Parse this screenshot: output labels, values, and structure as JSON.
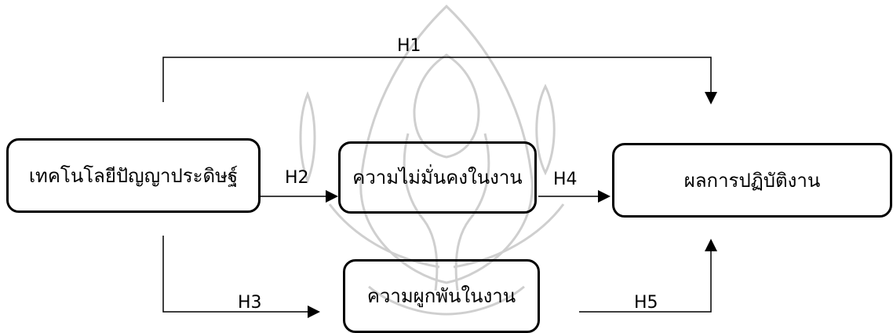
{
  "diagram": {
    "nodes": {
      "ai": "เทคโนโลยีปัญญาประดิษฐ์",
      "insecurity": "ความไม่มั่นคงในงาน",
      "performance": "ผลการปฏิบัติงาน",
      "engagement": "ความผูกพันในงาน"
    },
    "edges": {
      "h1": "H1",
      "h2": "H2",
      "h3": "H3",
      "h4": "H4",
      "h5": "H5"
    }
  },
  "colors": {
    "line": "#000000",
    "watermark": "#c8c8c8"
  }
}
